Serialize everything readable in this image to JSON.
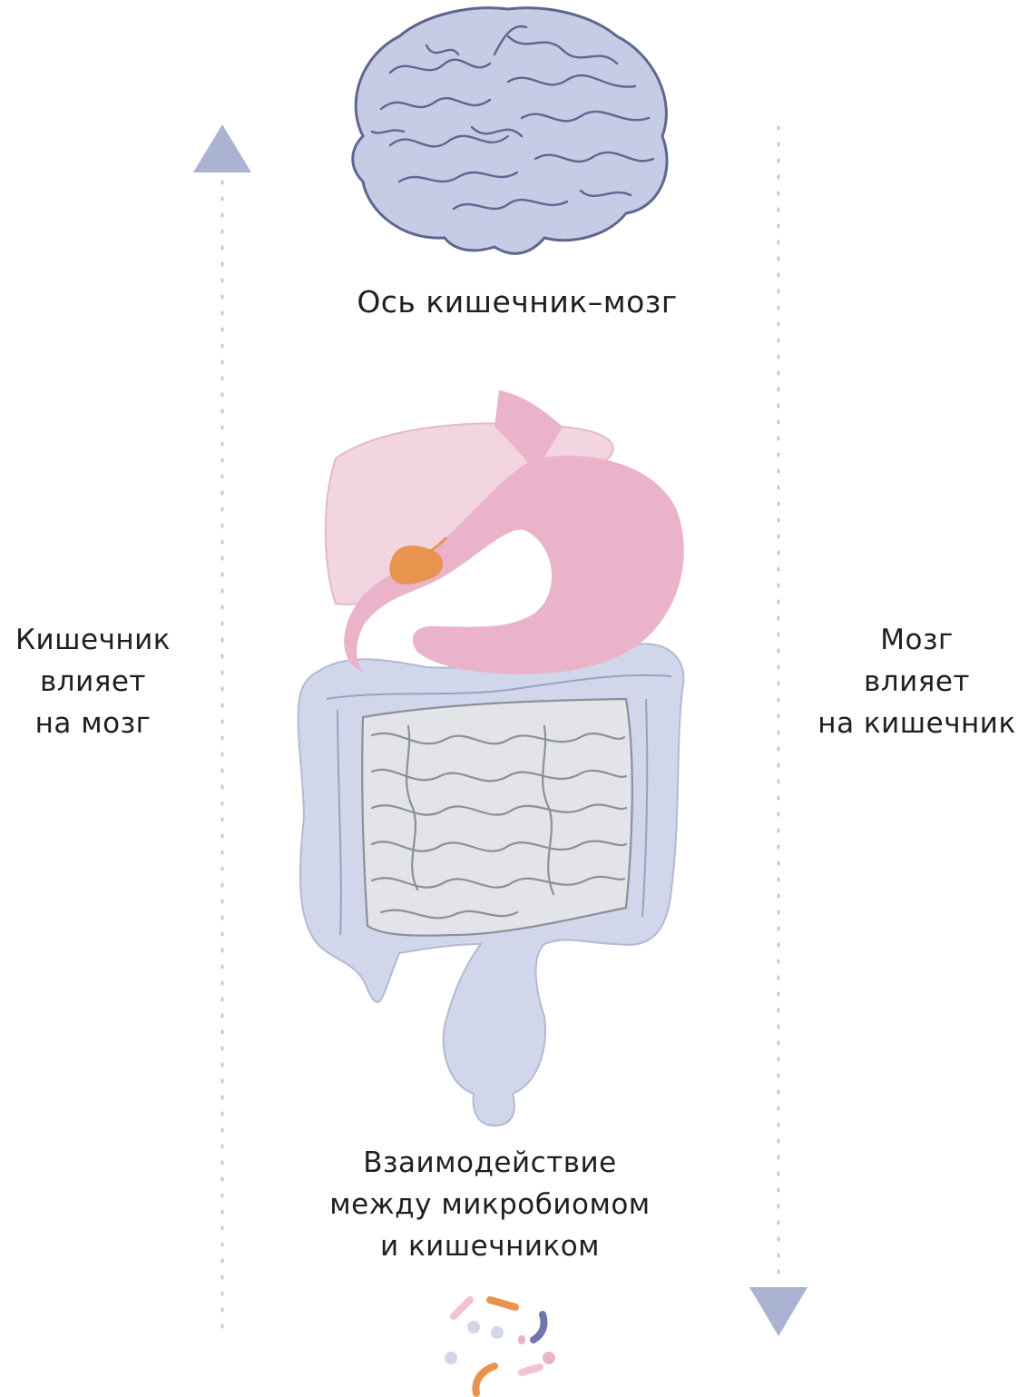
{
  "title": "Ось кишечник–мозг",
  "left_label": [
    "Кишечник",
    "влияет",
    "на мозг"
  ],
  "right_label": [
    "Мозг",
    "влияет",
    "на кишечник"
  ],
  "bottom_label": [
    "Взаимодействие",
    "между микробиомом",
    "и кишечником"
  ],
  "icons": [
    "brain-icon",
    "digestive-system-icon",
    "bacteria-icon",
    "arrow-up-icon",
    "arrow-down-icon"
  ],
  "colors": {
    "arrow": "#aab3d2",
    "dots": "#c5c8d8",
    "brain_fill": "#c6cbe6",
    "brain_line": "#5f6690",
    "liver": "#f2d5e1",
    "stomach": "#eab3c9",
    "gallbladder": "#e8934e",
    "colon": "#d2d6ea",
    "small_intestine": "#e3e4e8"
  }
}
